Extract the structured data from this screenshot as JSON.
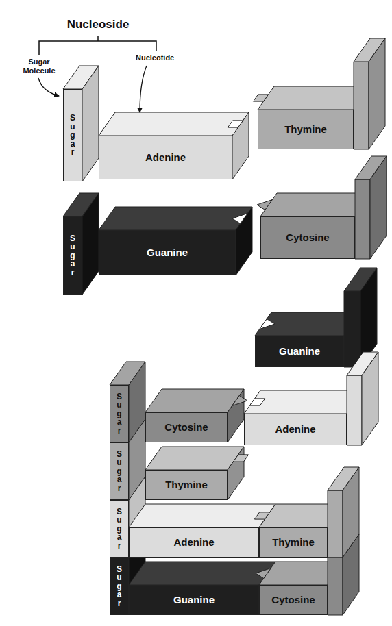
{
  "diagram": {
    "nodes": [
      {
        "text": [
          "Sugar"
        ]
      },
      {
        "text": [
          "Adenine"
        ]
      },
      {
        "text": [
          "Thymine"
        ]
      },
      {
        "text": [
          "Sugar"
        ]
      },
      {
        "text": [
          "Guanine"
        ]
      },
      {
        "text": [
          "Cytosine"
        ]
      },
      {
        "text": [
          "Sugar"
        ]
      },
      {
        "text": [
          "Cytosine"
        ]
      },
      {
        "text": [
          "Guanine"
        ]
      },
      {
        "text": [
          "Sugar"
        ]
      },
      {
        "text": [
          "Thymine"
        ]
      },
      {
        "text": [
          "Adenine"
        ]
      },
      {
        "text": [
          "Sugar"
        ]
      },
      {
        "text": [
          "Adenine"
        ]
      },
      {
        "text": [
          "Thymine"
        ]
      },
      {
        "text": [
          "Sugar"
        ]
      },
      {
        "text": [
          "Guanine"
        ]
      },
      {
        "text": [
          "Cytosine"
        ]
      }
    ],
    "labels": [
      "Nucleoside",
      "Sugar Molecule",
      "Nucleotide"
    ]
  }
}
